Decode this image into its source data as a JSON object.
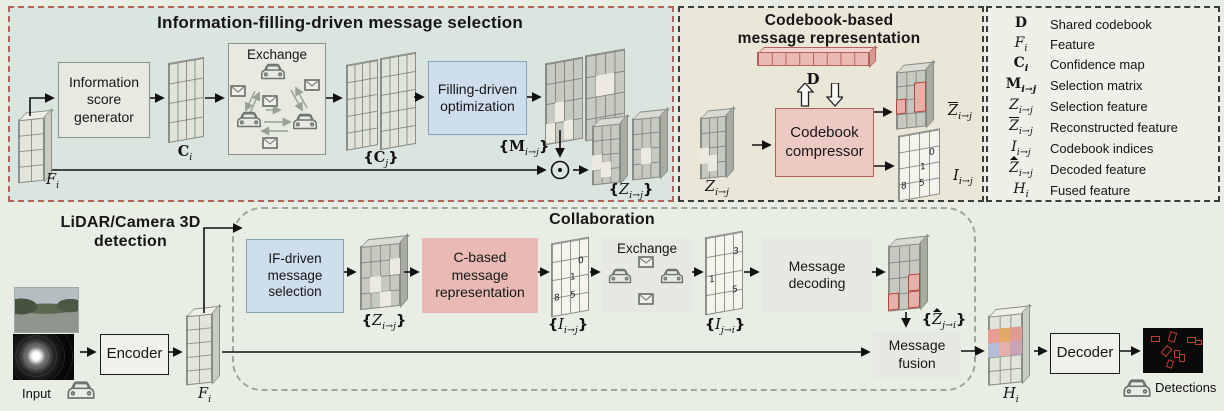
{
  "panels": {
    "selection": {
      "title": "Information-filling-driven message selection"
    },
    "codebook": {
      "title_line1": "Codebook-based",
      "title_line2": "message representation"
    },
    "detection": {
      "title_line1": "LiDAR/Camera 3D",
      "title_line2": "detection"
    },
    "collaboration": {
      "title": "Collaboration"
    }
  },
  "boxes": {
    "info_score": [
      "Information",
      "score",
      "generator"
    ],
    "exchange_top": "Exchange",
    "filling_opt": [
      "Filling-driven",
      "optimization"
    ],
    "codebook_compressor": [
      "Codebook",
      "compressor"
    ],
    "if_driven": [
      "IF-driven",
      "message",
      "selection"
    ],
    "c_based": [
      "C-based",
      "message",
      "representation"
    ],
    "exchange_bottom": "Exchange",
    "msg_decoding": [
      "Message",
      "decoding"
    ],
    "msg_fusion": [
      "Message",
      "fusion"
    ],
    "encoder": "Encoder",
    "decoder": "Decoder"
  },
  "labels": {
    "f_i": {
      "pre": "",
      "main": "F",
      "sub": "i",
      "post": ""
    },
    "c_i": {
      "pre": "",
      "main": "C",
      "sub": "i",
      "post": ""
    },
    "c_j": {
      "pre": "{",
      "main": "C",
      "sub": "j",
      "post": "}"
    },
    "m_ij": {
      "pre": "{",
      "main": "M",
      "sub": "i→j",
      "post": "}"
    },
    "z_ij_set": {
      "pre": "{",
      "main": "Z",
      "sub": "i→j",
      "post": "}"
    },
    "z_ij": {
      "pre": "",
      "main": "Z",
      "sub": "i→j",
      "post": ""
    },
    "zbar_ij": {
      "pre": "",
      "main": "Z",
      "sub": "i→j",
      "post": ""
    },
    "i_ij": {
      "pre": "",
      "main": "I",
      "sub": "i→j",
      "post": ""
    },
    "d": "D",
    "i_ij_set": {
      "pre": "{",
      "main": "I",
      "sub": "i→j",
      "post": "}"
    },
    "i_ji_set": {
      "pre": "{",
      "main": "I",
      "sub": "j→i",
      "post": "}"
    },
    "zhat_ji_set": {
      "pre": "{",
      "main": "Z",
      "sub": "j→i",
      "post": "}"
    },
    "h_i": {
      "pre": "",
      "main": "H",
      "sub": "i",
      "post": ""
    }
  },
  "index_values": {
    "i_to_j": {
      "n0": "0",
      "n1": "1",
      "n2": "8",
      "n3": "5"
    },
    "j_to_i": {
      "n0": "3",
      "n1": "1",
      "n2": "5"
    }
  },
  "captions": {
    "input": "Input",
    "detections": "Detections"
  },
  "legend": {
    "rows": [
      {
        "sym": "D",
        "sub": "",
        "desc": "Shared codebook"
      },
      {
        "sym": "F",
        "sub": "i",
        "desc": "Feature"
      },
      {
        "sym": "C",
        "sub": "i",
        "desc": "Confidence map"
      },
      {
        "sym": "M",
        "sub": "i→j",
        "desc": "Selection matrix"
      },
      {
        "sym": "Z",
        "sub": "i→j",
        "desc": "Selection feature"
      },
      {
        "sym": "Z",
        "sub": "i→j",
        "desc": "Reconstructed feature"
      },
      {
        "sym": "I",
        "sub": "i→j",
        "desc": "Codebook indices"
      },
      {
        "sym": "Z",
        "sub": "i→j",
        "desc": "Decoded feature"
      },
      {
        "sym": "H",
        "sub": "i",
        "desc": "Fused feature"
      }
    ]
  },
  "colors": {
    "page_bg": "#e9eee4",
    "selection_panel_bg": "#dbe5e0",
    "selection_border": "#b4635c",
    "codebook_panel_bg": "#eae6d8",
    "blue_box": "#cfdeec",
    "pink_box": "#e9bab4",
    "compressor_box": "#edc9c3",
    "codebook_edge": "#b2645c",
    "detection_red": "#c23b2e"
  }
}
